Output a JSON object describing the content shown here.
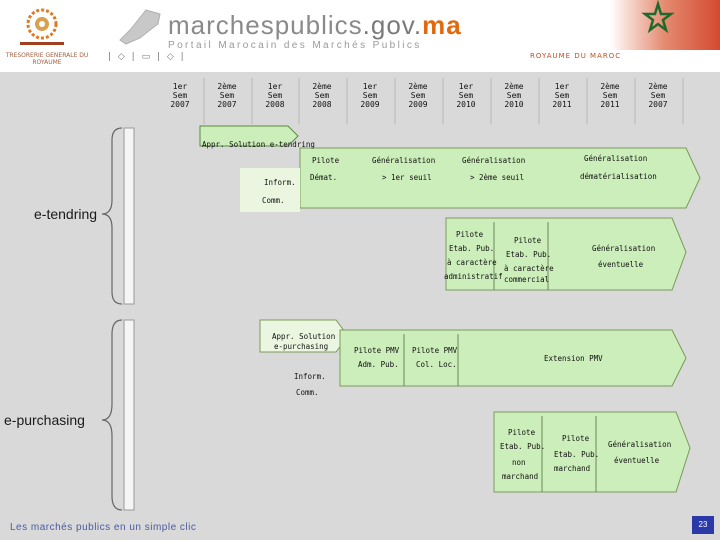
{
  "header": {
    "brand_main": "marchespublics",
    "brand_gov": ".gov.",
    "brand_ma": "ma",
    "subtitle": "Portail Marocain des Marchés Publics",
    "kingdom": "ROYAUME DU MAROC",
    "left_caption": "TRESORERIE GENERALE DU ROYAUME",
    "links": "| ◇ | ▭ | ◇ |"
  },
  "columns": [
    {
      "num": "1er",
      "sem": "Sem",
      "year": "2007"
    },
    {
      "num": "2ème",
      "sem": "Sem",
      "year": "2007"
    },
    {
      "num": "1er",
      "sem": "Sem",
      "year": "2008"
    },
    {
      "num": "2ème",
      "sem": "Sem",
      "year": "2008"
    },
    {
      "num": "1er",
      "sem": "Sem",
      "year": "2009"
    },
    {
      "num": "2ème",
      "sem": "Sem",
      "year": "2009"
    },
    {
      "num": "1er",
      "sem": "Sem",
      "year": "2010"
    },
    {
      "num": "2ème",
      "sem": "Sem",
      "year": "2010"
    },
    {
      "num": "1er",
      "sem": "Sem",
      "year": "2011"
    },
    {
      "num": "2ème",
      "sem": "Sem",
      "year": "2011"
    },
    {
      "num": "2ème",
      "sem": "Sem",
      "year": "2007"
    }
  ],
  "etendring": {
    "title": "e-tendring",
    "appr": "Appr. Solution e-tendring",
    "inform": "Inform.",
    "comm": "Comm.",
    "pilote": "Pilote",
    "demat": "Démat.",
    "gen1": "Généralisation",
    "seuil1": "> 1er seuil",
    "gen2": "Généralisation",
    "seuil2": "> 2ème seuil",
    "gen3": "Généralisation",
    "demat2": "dématérialisation",
    "sub_pilote1": "Pilote",
    "sub_etab1": "Etab. Pub.",
    "sub_car1": "à caractère",
    "sub_admin": "administratif",
    "sub_pilote2": "Pilote",
    "sub_etab2": "Etab. Pub.",
    "sub_car2": "à caractère",
    "sub_comm": "commercial",
    "sub_gen": "Généralisation",
    "sub_event": "éventuelle"
  },
  "epurchasing": {
    "title": "e-purchasing",
    "appr": "Appr. Solution",
    "appr2": "e-purchasing",
    "inform": "Inform.",
    "comm": "Comm.",
    "pmv1": "Pilote PMV",
    "adm": "Adm. Pub.",
    "pmv2": "Pilote PMV",
    "col": "Col. Loc.",
    "ext": "Extension PMV",
    "sub_pilote1": "Pilote",
    "sub_etab1": "Etab. Pub.",
    "sub_non": "non",
    "sub_march1": "marchand",
    "sub_pilote2": "Pilote",
    "sub_etab2": "Etab. Pub.",
    "sub_march2": "marchand",
    "sub_gen": "Généralisation",
    "sub_event": "éventuelle"
  },
  "footer": {
    "tagline": "Les marchés publics en un simple clic",
    "page": "23"
  }
}
